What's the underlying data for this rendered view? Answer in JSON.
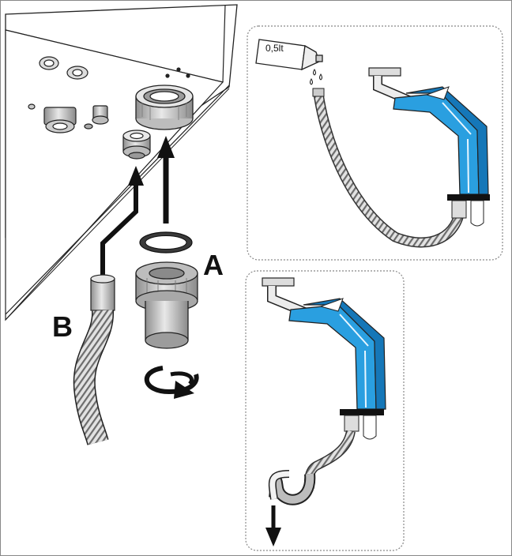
{
  "labels": {
    "a": "A",
    "b": "B",
    "volume": "0,5lt"
  },
  "colors": {
    "water": "#2a9fe0",
    "water_dark": "#1577b8",
    "outline": "#222222",
    "metal": "#d6d6d6",
    "metal_dark": "#9a9a9a",
    "hose": "#c4c4c4",
    "panel_border": "#888888"
  },
  "icons": {
    "arrow_up": "arrow-up-icon",
    "arrow_down": "arrow-down-icon",
    "rotate": "rotate-clockwise-icon",
    "drops": "water-drops-icon"
  }
}
